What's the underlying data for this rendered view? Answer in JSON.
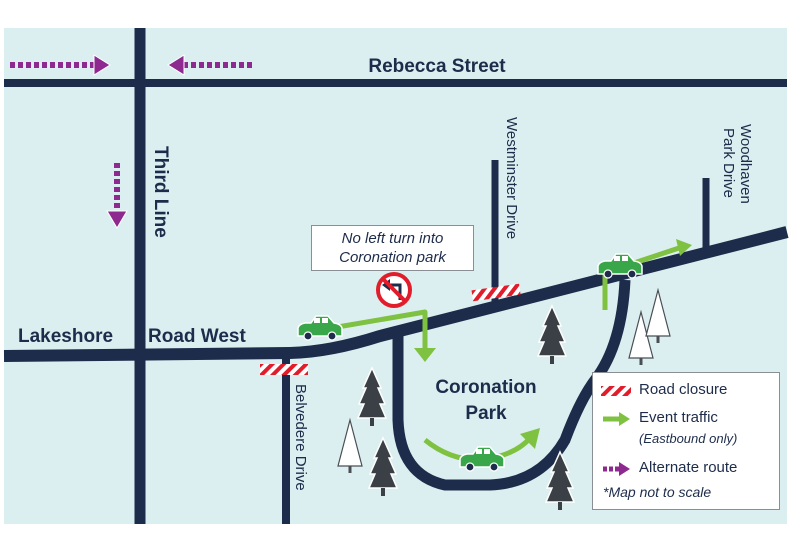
{
  "streets": {
    "rebecca": "Rebecca Street",
    "third_line": "Third Line",
    "lakeshore_left": "Lakeshore",
    "lakeshore_right": "Road West",
    "westminster": "Westminster Drive",
    "woodhaven_line1": "Woodhaven",
    "woodhaven_line2": "Park Drive",
    "belvedere": "Belvedere Drive"
  },
  "park": {
    "line1": "Coronation",
    "line2": "Park"
  },
  "notice": {
    "line1": "No left turn into",
    "line2": "Coronation park"
  },
  "legend": {
    "road_closure": "Road closure",
    "event_traffic": "Event traffic",
    "event_traffic_note": "(Eastbound only)",
    "alternate_route": "Alternate route",
    "scale_note": "*Map not to scale"
  },
  "colors": {
    "background": "#dbeff0",
    "road": "#1d2c4a",
    "event_traffic": "#7fc241",
    "alternate_route": "#8e2a8f",
    "closure": "#e11d2b",
    "car": "#3aa64a"
  },
  "icons": [
    "no-left-turn-icon",
    "car-icon",
    "tree-icon",
    "road-closure-icon",
    "green-arrow-icon",
    "purple-dashed-arrow-icon"
  ]
}
